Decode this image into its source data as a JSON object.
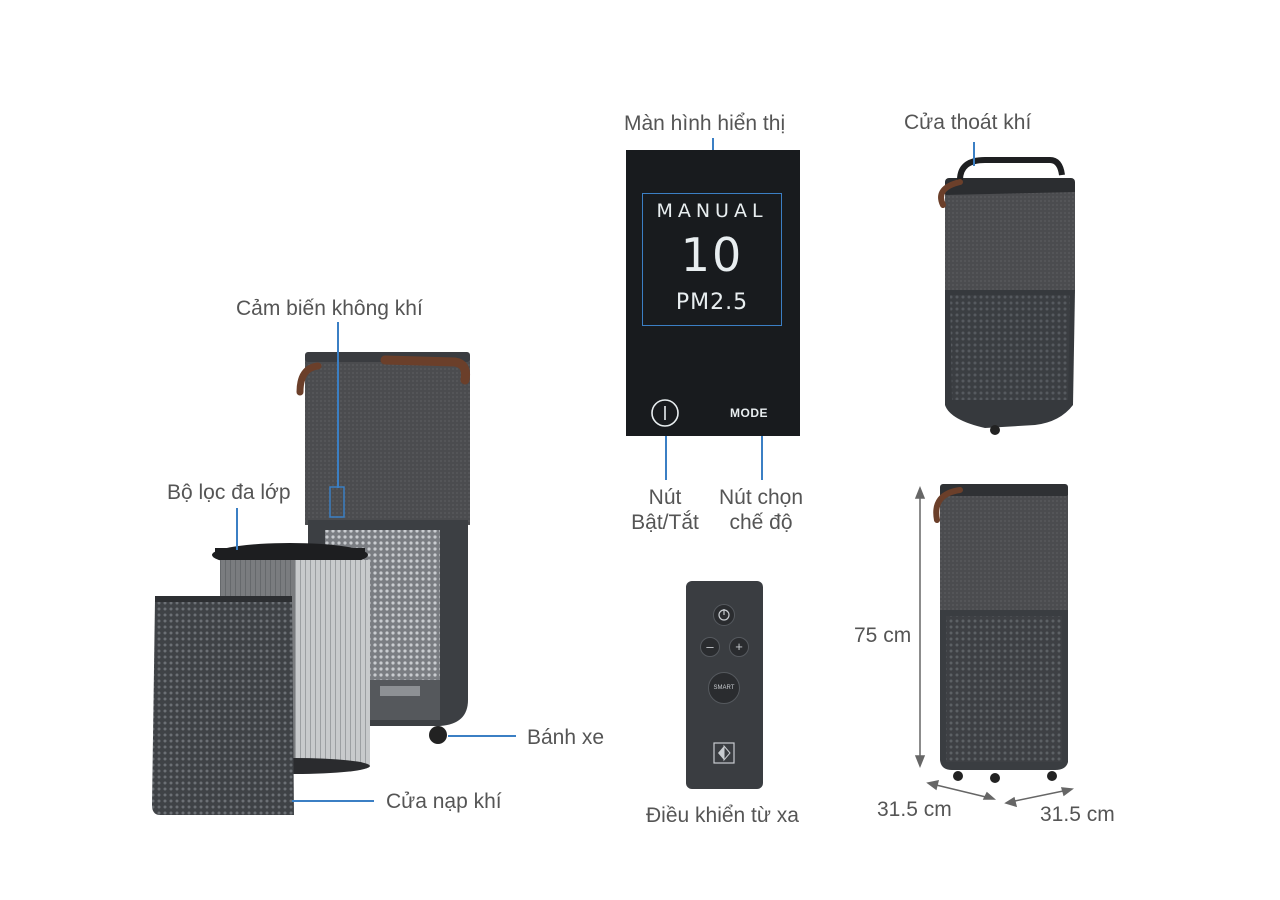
{
  "labels": {
    "air_sensor": "Cảm biến không khí",
    "multi_layer_filter": "Bộ lọc đa lớp",
    "wheels": "Bánh xe",
    "air_intake": "Cửa nạp khí",
    "display_screen": "Màn hình hiển thị",
    "power_button_line1": "Nút",
    "power_button_line2": "Bật/Tắt",
    "mode_button_line1": "Nút chọn",
    "mode_button_line2": "chế độ",
    "remote_control": "Điều khiển từ xa",
    "air_outlet": "Cửa thoát khí",
    "height": "75 cm",
    "width": "31.5 cm",
    "depth": "31.5 cm"
  },
  "screen": {
    "mode": "MANUAL",
    "value": "10",
    "unit": "PM2.5",
    "mode_button": "MODE"
  },
  "remote": {
    "smart": "SMART",
    "minus": "–",
    "plus": "+"
  },
  "colors": {
    "accent_line": "#3b7fc4",
    "label_text": "#555555",
    "device_body": "#3c3f44",
    "fabric": "#4a4b4e",
    "strap": "#6b3f2a"
  }
}
